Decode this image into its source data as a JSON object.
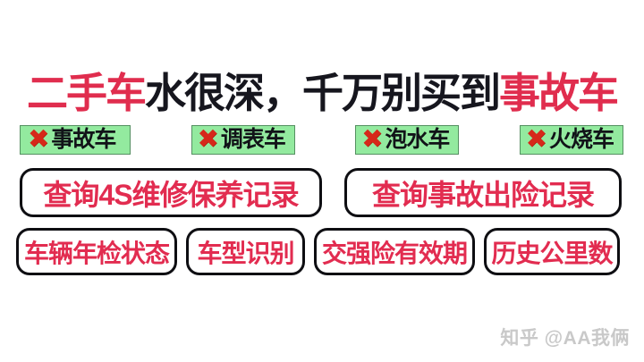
{
  "title": {
    "red_prefix": "二手车",
    "black_middle": "水很深，千万别买到",
    "red_suffix": "事故车"
  },
  "badges": {
    "cross_icon": "✖",
    "items": [
      {
        "label": "事故车"
      },
      {
        "label": "调表车"
      },
      {
        "label": "泡水车"
      },
      {
        "label": "火烧车"
      }
    ]
  },
  "query_buttons": [
    {
      "label": "查询4S维修保养记录"
    },
    {
      "label": "查询事故出险记录"
    }
  ],
  "feature_buttons": [
    {
      "label": "车辆年检状态"
    },
    {
      "label": "车型识别"
    },
    {
      "label": "交强险有效期"
    },
    {
      "label": "历史公里数"
    }
  ],
  "watermark": {
    "text": "知乎 @AA我俩"
  },
  "colors": {
    "accent_red": "#E02D4E",
    "title_black": "#16161E",
    "badge_green": "#93EA9F",
    "cross_red": "#D6281A",
    "border_black": "#0E0E12",
    "watermark_gray": "#C9C9C9",
    "background": "#FFFFFF"
  }
}
